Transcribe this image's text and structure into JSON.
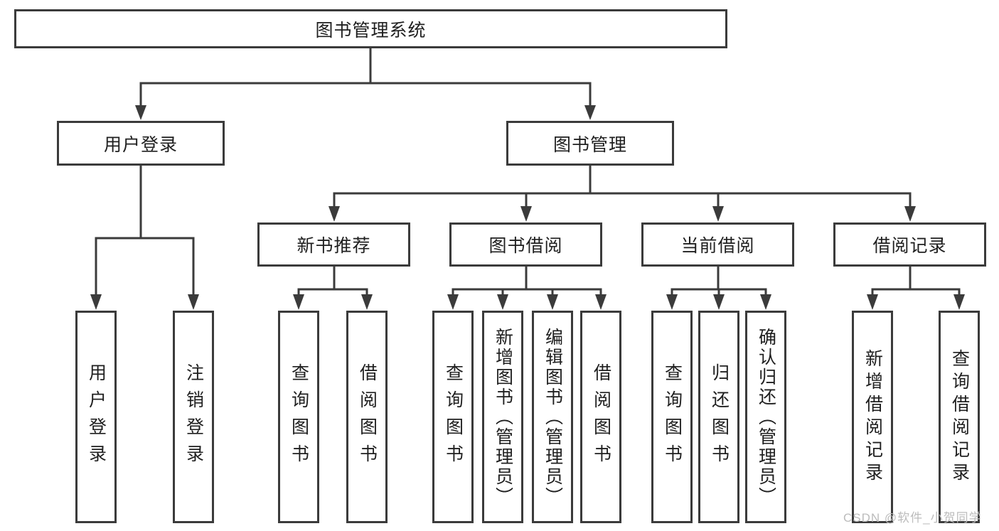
{
  "diagram": {
    "root": {
      "label": "图书管理系统"
    },
    "level2": [
      {
        "label": "用户登录"
      },
      {
        "label": "图书管理"
      }
    ],
    "level3": [
      {
        "label": "新书推荐"
      },
      {
        "label": "图书借阅"
      },
      {
        "label": "当前借阅"
      },
      {
        "label": "借阅记录"
      }
    ],
    "leaves": [
      {
        "label": "用户登录",
        "parent": "用户登录"
      },
      {
        "label": "注销登录",
        "parent": "用户登录"
      },
      {
        "label": "查询图书",
        "parent": "新书推荐"
      },
      {
        "label": "借阅图书",
        "parent": "新书推荐"
      },
      {
        "label": "查询图书",
        "parent": "图书借阅"
      },
      {
        "label": "新增图书（管理员）",
        "parent": "图书借阅"
      },
      {
        "label": "编辑图书（管理员）",
        "parent": "图书借阅"
      },
      {
        "label": "借阅图书",
        "parent": "图书借阅"
      },
      {
        "label": "查询图书",
        "parent": "当前借阅"
      },
      {
        "label": "归还图书",
        "parent": "当前借阅"
      },
      {
        "label": "确认归还（管理员）",
        "parent": "当前借阅"
      },
      {
        "label": "新增借阅记录",
        "parent": "借阅记录"
      },
      {
        "label": "查询借阅记录",
        "parent": "借阅记录"
      }
    ],
    "watermark": "CSDN @软件_小贺同学",
    "colors": {
      "line": "#3b3b3b",
      "text": "#1f1f1f",
      "watermark": "#bcbcbc",
      "background": "#ffffff"
    }
  }
}
